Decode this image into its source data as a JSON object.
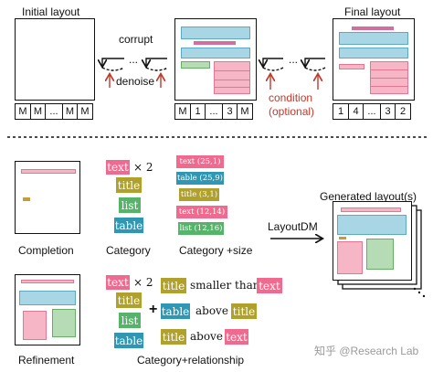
{
  "top": {
    "initial_label": "Initial layout",
    "final_label": "Final layout",
    "corrupt_label": "corrupt",
    "denoise_label": "denoise",
    "condition_label_1": "condition",
    "condition_label_2": "(optional)",
    "dots": "...",
    "initial_tokens": [
      "M",
      "M",
      "...",
      "M",
      "M"
    ],
    "middle_tokens": [
      "M",
      "1",
      "...",
      "3",
      "M"
    ],
    "final_tokens": [
      "1",
      "4",
      "...",
      "3",
      "2"
    ]
  },
  "bottom": {
    "completion_label": "Completion",
    "refinement_label": "Refinement",
    "category_label": "Category",
    "category_size_label": "Category +size",
    "category_relationship_label": "Category+relationship",
    "layoutdm_label": "LayoutDM",
    "generated_label": "Generated layout(s)",
    "times_two": "× 2",
    "category_tags": [
      "text",
      "title",
      "list",
      "table"
    ],
    "size_tags": [
      "text (25,1)",
      "table (25,9)",
      "title (3,1)",
      "text (12,14)",
      "list (12,16)"
    ],
    "refine_tags": [
      "text",
      "title",
      "list",
      "table"
    ],
    "plus": "+",
    "relations": [
      {
        "a": "title",
        "rel": "smaller than",
        "b": "text"
      },
      {
        "a": "table",
        "rel": "above",
        "b": "title"
      },
      {
        "a": "title",
        "rel": "above",
        "b": "text"
      }
    ]
  },
  "watermark": "知乎 @Research Lab",
  "colors": {
    "text_tag": "#ef6a8e",
    "title_tag": "#b0a12c",
    "list_tag": "#56b36a",
    "table_tag": "#2f97b4",
    "condition_red": "#c0392b"
  }
}
